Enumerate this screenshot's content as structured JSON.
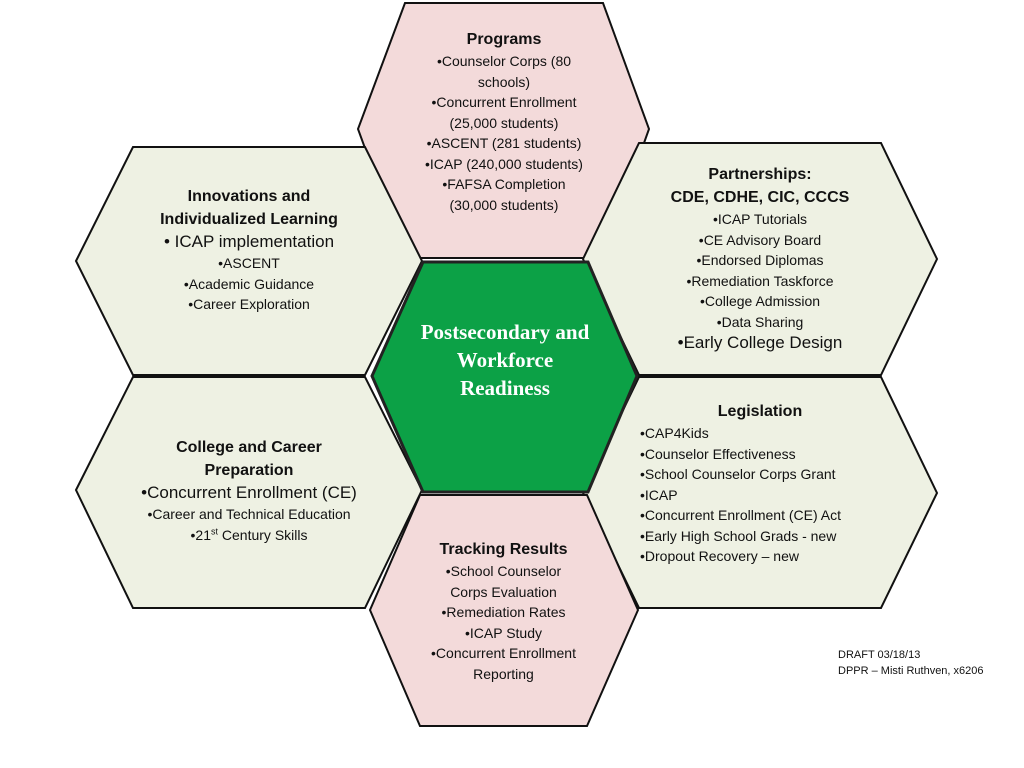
{
  "center": {
    "title": "Postsecondary and Workforce Readiness",
    "color": "#0ca146"
  },
  "colors": {
    "pink": "#f3dada",
    "green_light": "#eef1e3",
    "stroke": "#111111"
  },
  "programs": {
    "title": "Programs",
    "items": [
      "•Counselor Corps  (80",
      "schools)",
      "•Concurrent Enrollment",
      "(25,000 students)",
      "•ASCENT (281 students)",
      "•ICAP (240,000 students)",
      "•FAFSA Completion",
      "(30,000 students)"
    ]
  },
  "innovations": {
    "title_line1": "Innovations and",
    "title_line2": "Individualized Learning",
    "big_item": "• ICAP implementation",
    "items": [
      "•ASCENT",
      "•Academic Guidance",
      "•Career Exploration"
    ]
  },
  "partnerships": {
    "title_line1": "Partnerships:",
    "title_line2": "CDE, CDHE, CIC, CCCS",
    "items": [
      "•ICAP Tutorials",
      "•CE Advisory Board",
      "•Endorsed Diplomas",
      "•Remediation Taskforce",
      "•College Admission",
      "•Data Sharing"
    ],
    "big_item": "•Early College Design"
  },
  "college_career": {
    "title_line1": "College and Career",
    "title_line2": "Preparation",
    "big_item": "•Concurrent Enrollment (CE)",
    "items": [
      "•Career and Technical Education"
    ],
    "skills_prefix": "•21",
    "skills_sup": "st",
    "skills_rest": " Century Skills"
  },
  "legislation": {
    "title": "Legislation",
    "items": [
      "•CAP4Kids",
      "•Counselor Effectiveness",
      "•School Counselor Corps Grant",
      "•ICAP",
      "•Concurrent Enrollment (CE) Act",
      "•Early High School Grads - new",
      "•Dropout Recovery – new"
    ]
  },
  "tracking": {
    "title": "Tracking Results",
    "items": [
      "•School Counselor",
      "Corps Evaluation",
      "•Remediation Rates",
      "•ICAP Study",
      "•Concurrent Enrollment",
      "Reporting"
    ]
  },
  "footer": {
    "line1": "DRAFT 03/18/13",
    "line2": "DPPR – Misti Ruthven, x6206"
  }
}
